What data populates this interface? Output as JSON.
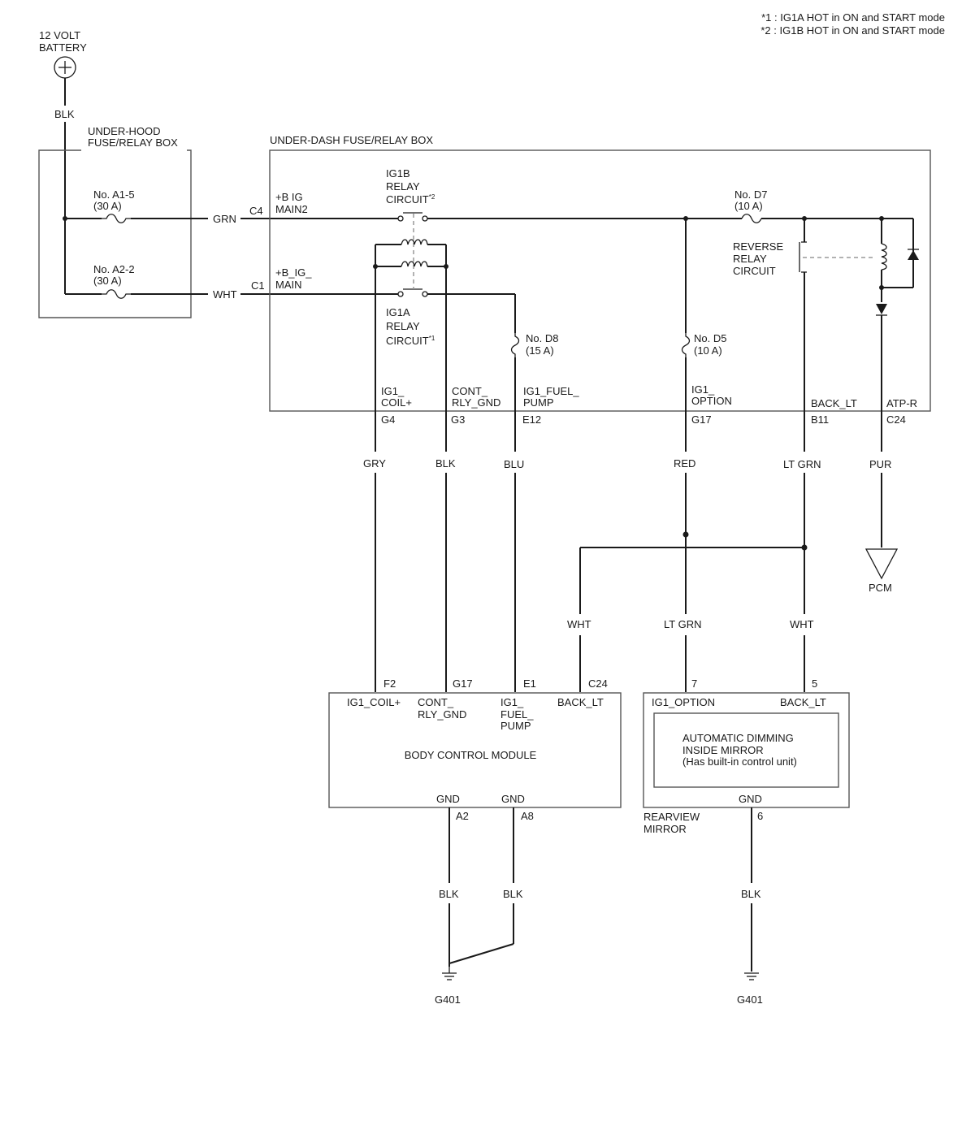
{
  "notes": {
    "n1": "*1 : IG1A HOT in ON and START mode",
    "n2": "*2 : IG1B HOT in ON and START mode"
  },
  "battery": {
    "line1": "12 VOLT",
    "line2": "BATTERY",
    "wire": "BLK"
  },
  "underhood": {
    "line1": "UNDER-HOOD",
    "line2": "FUSE/RELAY BOX",
    "fuse1": {
      "name": "No. A1-5",
      "rating": "(30 A)"
    },
    "fuse2": {
      "name": "No. A2-2",
      "rating": "(30 A)"
    },
    "wire1": "GRN",
    "wire2": "WHT"
  },
  "underdash": {
    "title": "UNDER-DASH FUSE/RELAY BOX",
    "c4": "C4",
    "c1": "C1",
    "main2_l1": "+B IG",
    "main2_l2": "MAIN2",
    "main_l1": "+B_IG_",
    "main_l2": "MAIN",
    "ig1b": {
      "l1": "IG1B",
      "l2": "RELAY",
      "l3": "CIRCUIT",
      "sup": "*2"
    },
    "ig1a": {
      "l1": "IG1A",
      "l2": "RELAY",
      "l3": "CIRCUIT",
      "sup": "*1"
    },
    "fuse_d7": {
      "name": "No. D7",
      "rating": "(10 A)"
    },
    "fuse_d8": {
      "name": "No. D8",
      "rating": "(15 A)"
    },
    "fuse_d5": {
      "name": "No. D5",
      "rating": "(10 A)"
    },
    "reverse": {
      "l1": "REVERSE",
      "l2": "RELAY",
      "l3": "CIRCUIT"
    },
    "terminals": [
      {
        "l1": "IG1_",
        "l2": "COIL+",
        "pin": "G4"
      },
      {
        "l1": "CONT_",
        "l2": "RLY_GND",
        "pin": "G3"
      },
      {
        "l1": "IG1_FUEL_",
        "l2": "PUMP",
        "pin": "E12"
      },
      {
        "l1": "IG1_",
        "l2": "OPTION",
        "pin": "G17"
      },
      {
        "l1": "BACK_LT",
        "l2": "",
        "pin": "B11"
      },
      {
        "l1": "ATP-R",
        "l2": "",
        "pin": "C24"
      }
    ]
  },
  "wires": {
    "gry": "GRY",
    "blk": "BLK",
    "blu": "BLU",
    "red": "RED",
    "ltgrn": "LT GRN",
    "pur": "PUR",
    "wht_left": "WHT",
    "ltgrn2": "LT GRN",
    "wht_right": "WHT",
    "gnd_blk1": "BLK",
    "gnd_blk2": "BLK",
    "gnd_blk3": "BLK"
  },
  "pcm": "PCM",
  "bcm": {
    "title": "BODY CONTROL MODULE",
    "pins": [
      {
        "pin": "F2",
        "l1": "IG1_COIL+",
        "l2": "",
        "l3": ""
      },
      {
        "pin": "G17",
        "l1": "CONT_",
        "l2": "RLY_GND",
        "l3": ""
      },
      {
        "pin": "E1",
        "l1": "IG1_",
        "l2": "FUEL_",
        "l3": "PUMP"
      },
      {
        "pin": "C24",
        "l1": "BACK_LT",
        "l2": "",
        "l3": ""
      }
    ],
    "gnd1": {
      "label": "GND",
      "pin": "A2"
    },
    "gnd2": {
      "label": "GND",
      "pin": "A8"
    }
  },
  "mirror": {
    "pin7": "7",
    "pin5": "5",
    "label7": "IG1_OPTION",
    "label5": "BACK_LT",
    "inner1": "AUTOMATIC DIMMING",
    "inner2": "INSIDE MIRROR",
    "inner3": "(Has built-in control unit)",
    "gnd": "GND",
    "gnd_pin": "6",
    "name1": "REARVIEW",
    "name2": "MIRROR"
  },
  "grounds": {
    "g1": "G401",
    "g2": "G401"
  }
}
